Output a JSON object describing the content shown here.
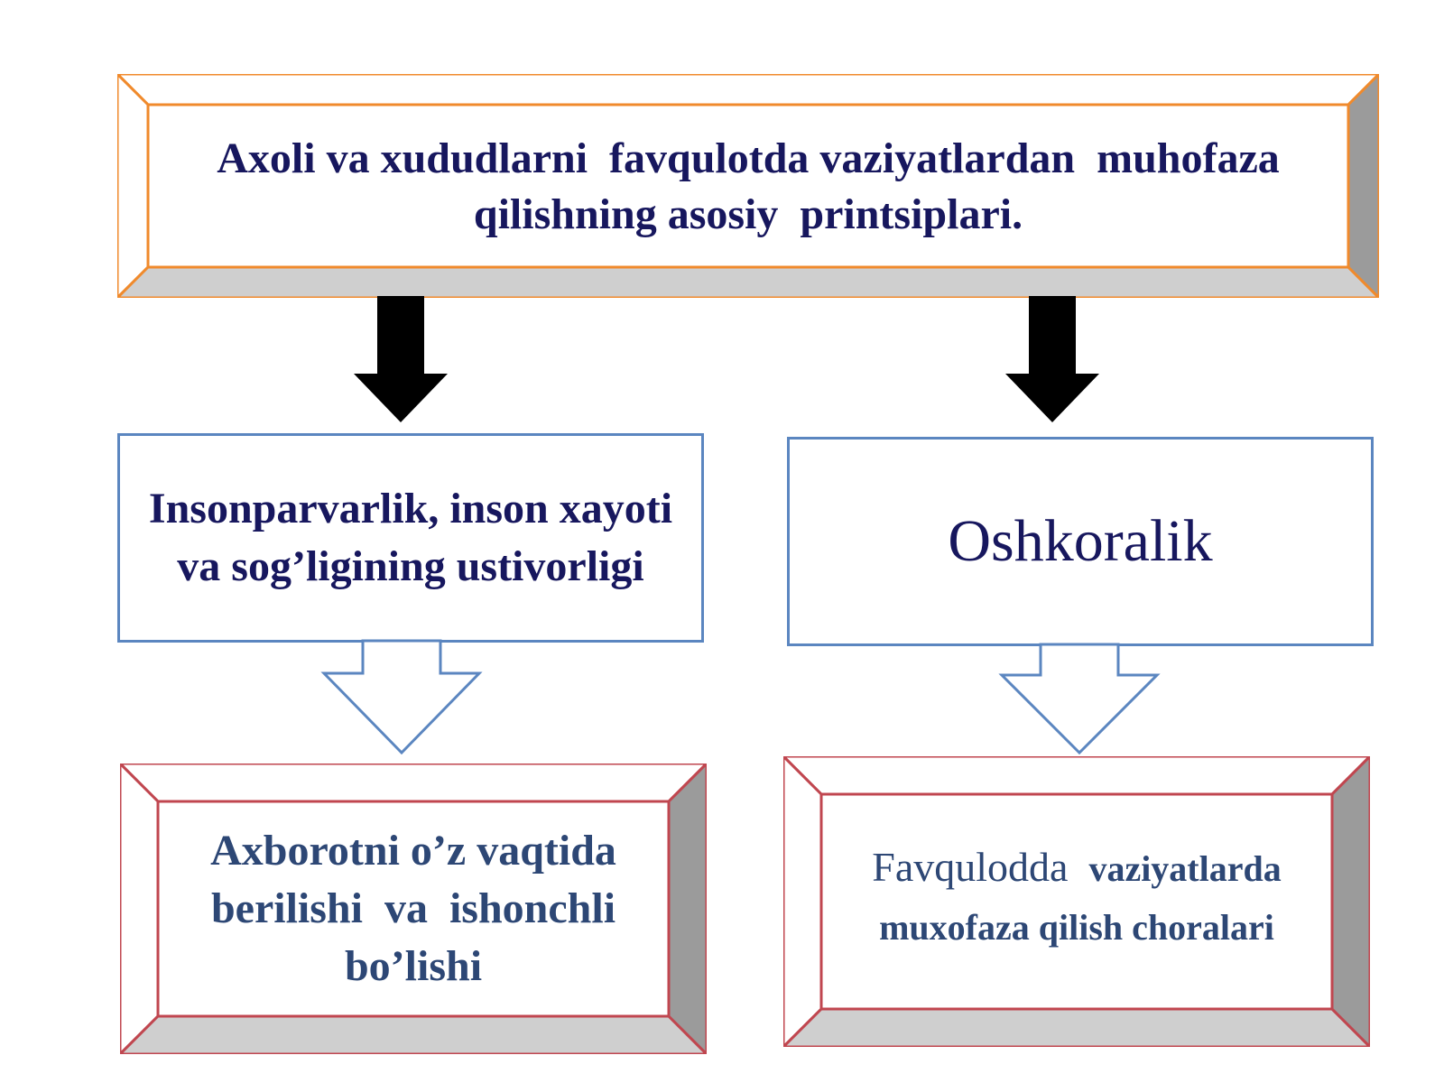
{
  "diagram": {
    "title": "Axoli va xududlarni  favqulotda vaziyatlardan  muhofaza qilishning asosiy  printsiplari.",
    "principles": [
      {
        "label": "Insonparvarlik, inson xayoti va sog’ligining ustivorligi",
        "result": "Axborotni o’z vaqtida berilishi  va  ishonchli bo’lishi"
      },
      {
        "label": "Oshkoralik",
        "result_lead": "Favqulodda  ",
        "result_rest": "vaziyatlarda muxofaza qilish choralari"
      }
    ]
  },
  "colors": {
    "title_border": "#f08a2c",
    "mid_border": "#5b86c0",
    "bottom_border": "#c0464f",
    "bevel_light": "#ffffff",
    "bevel_shade": "#cfcfcf",
    "bevel_dark": "#9b9b9b",
    "arrow_solid": "#000000"
  }
}
